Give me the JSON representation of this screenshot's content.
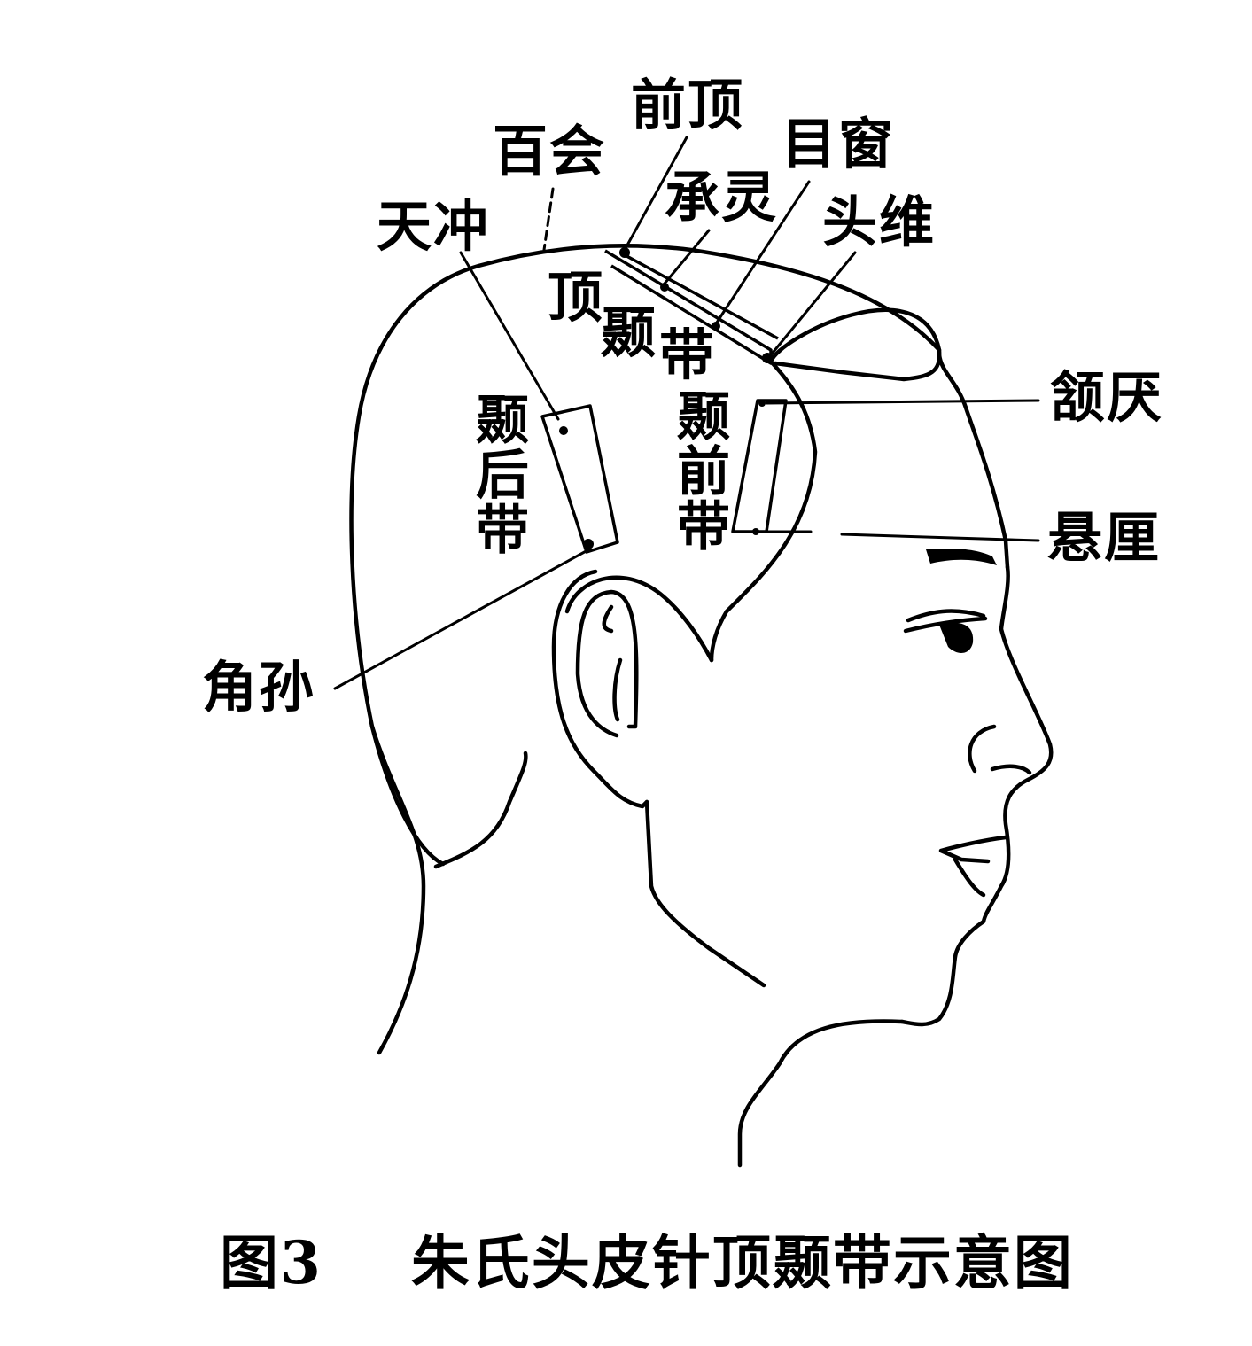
{
  "figure": {
    "caption_number": "图3",
    "caption_title": "朱氏头皮针顶颞带示意图",
    "colors": {
      "line": "#000000",
      "background": "#ffffff"
    }
  },
  "acupoints": {
    "baihui": "百会",
    "qianding": "前顶",
    "muchuang": "目窗",
    "chengling": "承灵",
    "touwei": "头维",
    "tianchong": "天冲",
    "hanyan": "颔厌",
    "xuanli": "悬厘",
    "jiaosun": "角孙"
  },
  "bands": {
    "ding_nie": "顶颞带",
    "nie_hou": "颞后带",
    "nie_qian": "颞前带"
  },
  "band_chars": {
    "ding_nie": [
      "顶",
      "颞",
      "带"
    ]
  }
}
